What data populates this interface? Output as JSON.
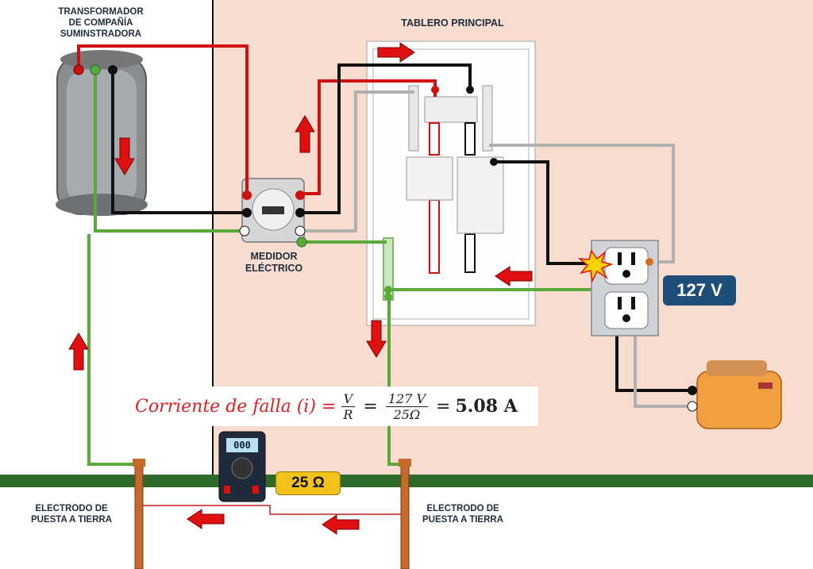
{
  "labels": {
    "transformer": [
      "TRANSFORMADOR",
      "DE COMPAÑÍA",
      "SUMINSTRADORA"
    ],
    "panel": "TABLERO PRINCIPAL",
    "meter": [
      "MEDIDOR",
      "ELÉCTRICO"
    ],
    "electrode_left": [
      "ELECTRODO DE",
      "PUESTA A TIERRA"
    ],
    "electrode_right": [
      "ELECTRODO DE",
      "PUESTA A TIERRA"
    ]
  },
  "formula": {
    "lhs": "Corriente de falla (i) =",
    "v": "V",
    "r": "R",
    "num": "127 V",
    "den": "25Ω",
    "result": "5.08 A",
    "eq": "="
  },
  "voltage_badge": "127 V",
  "resistance_badge": "25 Ω",
  "multimeter_display": "000",
  "colors": {
    "line_wire": "#d01010",
    "neutral_wire": "#111111",
    "ground_wire": "#5aaa3a",
    "gray_wire": "#b0b0b0",
    "wall": "#f8dccf",
    "earth": "#2e6b2a",
    "electrode": "#c66a2c",
    "badge_blue": "#1f4e79",
    "badge_yellow": "#f2c21b"
  },
  "icons": [
    "transformer-icon",
    "meter-icon",
    "panel-icon",
    "outlet-icon",
    "toaster-icon",
    "multimeter-icon",
    "spark-icon",
    "arrow-icon"
  ]
}
